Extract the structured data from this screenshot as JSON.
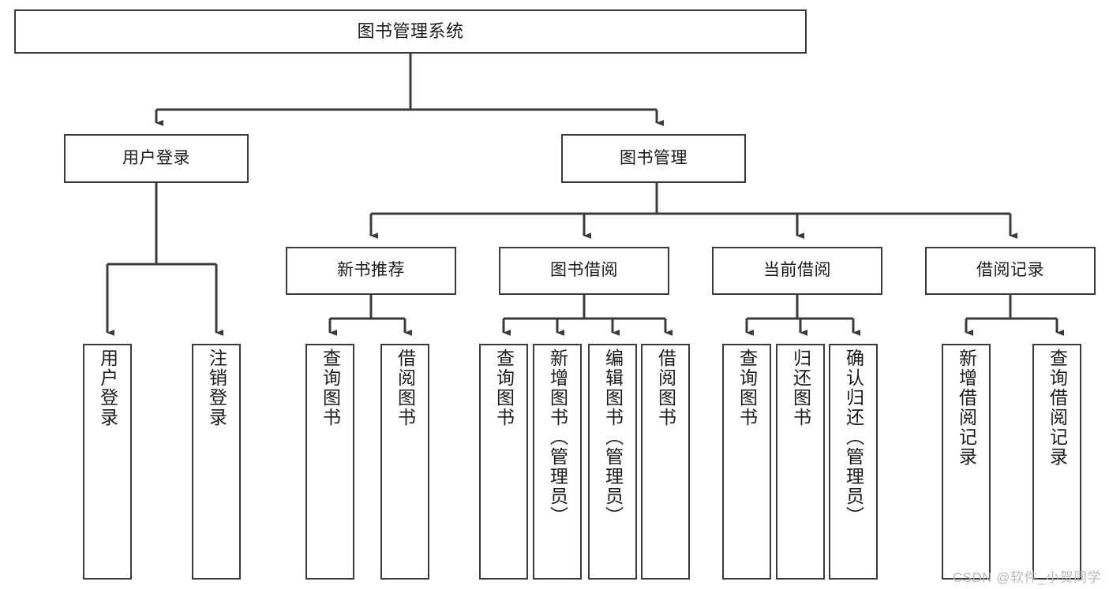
{
  "diagram": {
    "title": "图书管理系统",
    "type": "tree-hierarchy-chart",
    "line_color": "#3a3a3a",
    "box_fill": "#ffffff",
    "text_color": "#1b1b1b",
    "nodes": {
      "root": {
        "label": "图书管理系统"
      },
      "level2": [
        {
          "key": "user-login",
          "label": "用户登录"
        },
        {
          "key": "book-management",
          "label": "图书管理"
        }
      ],
      "level3": [
        {
          "key": "new-book-recommend",
          "label": "新书推荐"
        },
        {
          "key": "book-borrow",
          "label": "图书借阅"
        },
        {
          "key": "current-borrow",
          "label": "当前借阅"
        },
        {
          "key": "borrow-record",
          "label": "借阅记录"
        }
      ],
      "leaves": {
        "user_login": [
          {
            "key": "user-login-leaf",
            "label": "用户登录"
          },
          {
            "key": "logout-leaf",
            "label": "注销登录"
          }
        ],
        "new_book_recommend": [
          {
            "key": "query-book-1",
            "label": "查询图书"
          },
          {
            "key": "borrow-book-1",
            "label": "借阅图书"
          }
        ],
        "book_borrow": [
          {
            "key": "query-book-2",
            "label": "查询图书"
          },
          {
            "key": "add-book",
            "label": "新增图书（管理员）"
          },
          {
            "key": "edit-book",
            "label": "编辑图书（管理员）"
          },
          {
            "key": "borrow-book-2",
            "label": "借阅图书"
          }
        ],
        "current_borrow": [
          {
            "key": "query-book-3",
            "label": "查询图书"
          },
          {
            "key": "return-book",
            "label": "归还图书"
          },
          {
            "key": "confirm-return",
            "label": "确认归还（管理员）"
          }
        ],
        "borrow_record": [
          {
            "key": "add-borrow-record",
            "label": "新增借阅记录"
          },
          {
            "key": "query-borrow-record",
            "label": "查询借阅记录"
          }
        ]
      }
    }
  },
  "watermark": {
    "text": "CSDN @软件_小贺同学"
  }
}
